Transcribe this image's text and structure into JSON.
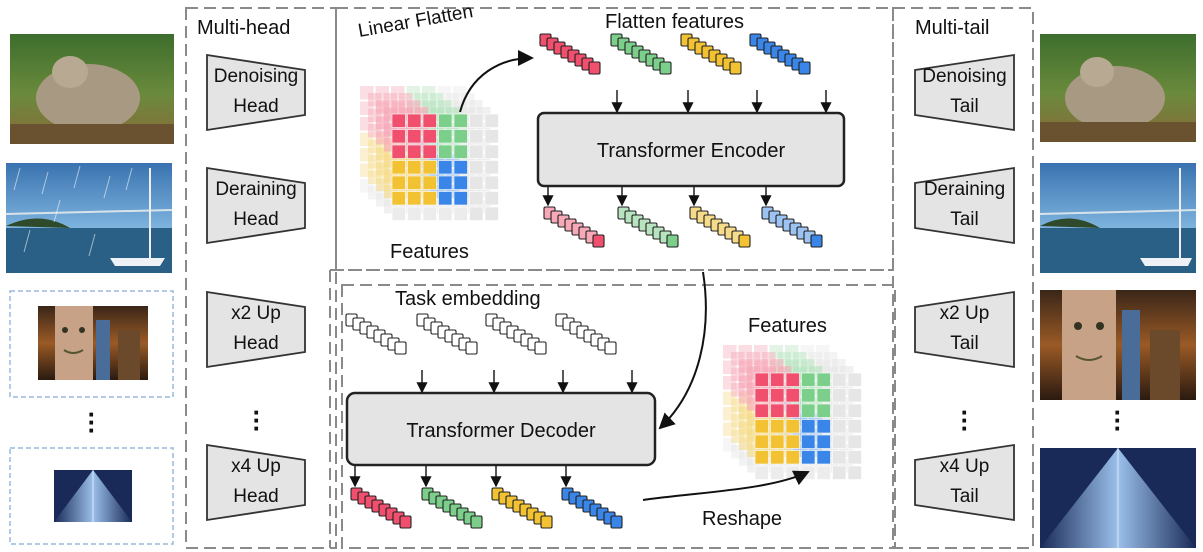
{
  "heads": {
    "title": "Multi-head",
    "items": [
      "Denoising\nHead",
      "Deraining\nHead",
      "x2 Up\nHead",
      "x4 Up\nHead"
    ]
  },
  "tails": {
    "title": "Multi-tail",
    "items": [
      "Denoising\nTail",
      "Deraining\nTail",
      "x2 Up\nTail",
      "x4 Up\nTail"
    ]
  },
  "encoder": {
    "linear_flatten": "Linear Flatten",
    "flatten_features": "Flatten features",
    "features": "Features",
    "block": "Transformer Encoder"
  },
  "decoder": {
    "task_embedding": "Task embedding",
    "features": "Features",
    "block": "Transformer Decoder",
    "reshape": "Reshape"
  },
  "colors": {
    "red": "#f0506e",
    "green": "#7ccf8a",
    "yellow": "#f2c232",
    "blue": "#3a86e8",
    "box_fill": "#e4e4e4",
    "dash": "#8a8a8a"
  }
}
